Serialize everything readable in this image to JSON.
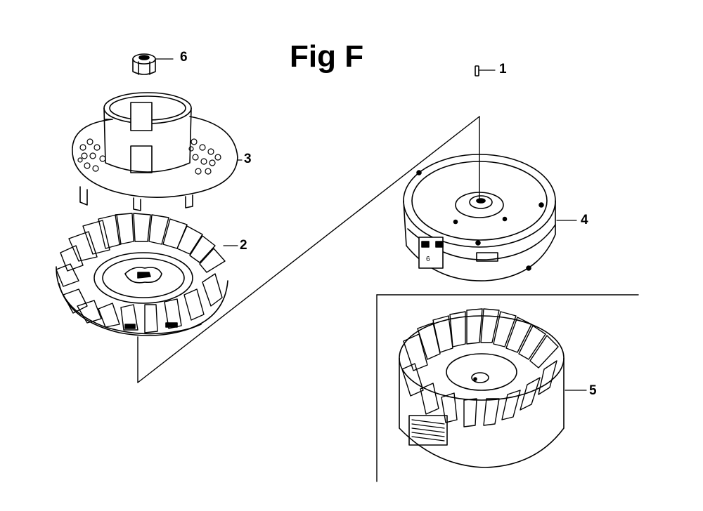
{
  "figure": {
    "title": "Fig F"
  },
  "callouts": [
    {
      "id": "1",
      "label": "1",
      "part": "pin"
    },
    {
      "id": "2",
      "label": "2",
      "part": "cooling-fan"
    },
    {
      "id": "3",
      "label": "3",
      "part": "starter-pulley"
    },
    {
      "id": "4",
      "label": "4",
      "part": "flywheel"
    },
    {
      "id": "5",
      "label": "5",
      "part": "flywheel-fan-assembly"
    },
    {
      "id": "6",
      "label": "6",
      "part": "nut"
    }
  ],
  "colors": {
    "ink": "#000000",
    "paper": "#ffffff"
  }
}
